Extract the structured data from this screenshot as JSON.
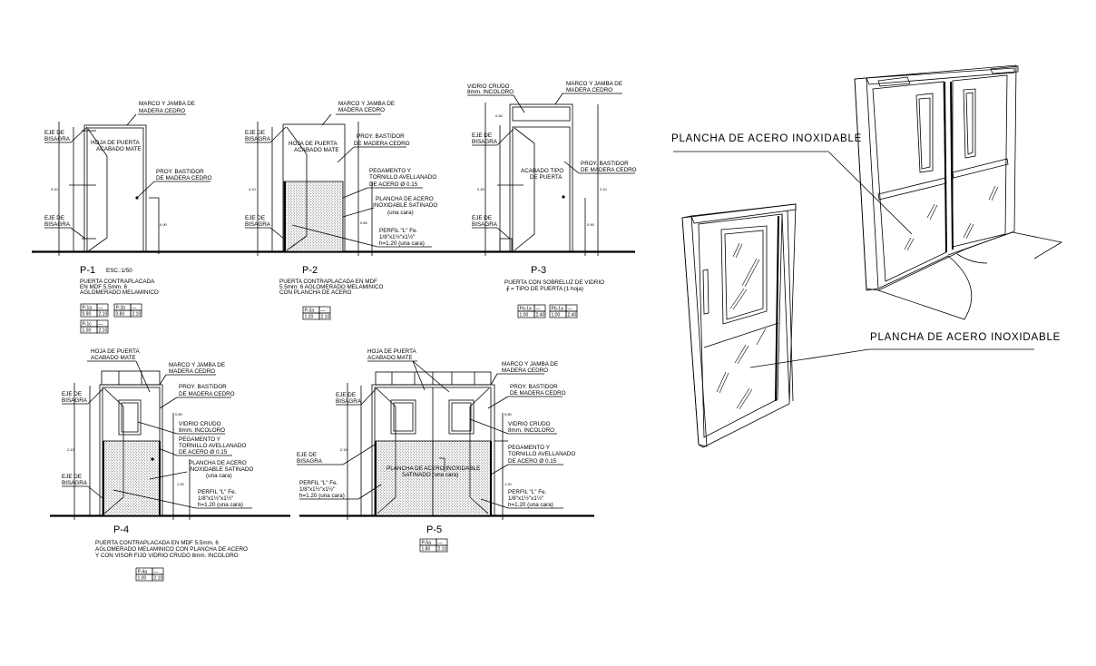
{
  "p1": {
    "title": "P-1",
    "scale": "ESC.:1/50",
    "labels": [
      "MARCO Y JAMBA DE",
      "MADERA CEDRO",
      "EJE DE",
      "BISAGRA",
      "HOJA DE PUERTA",
      "ACABADO MATE",
      "PROY. BASTIDOR",
      "DE MADERA CEDRO",
      "EJE DE",
      "BISAGRA"
    ],
    "dims": [
      "3.10",
      "0.90"
    ],
    "desc": [
      "PUERTA CONTRAPLACADA",
      "EN MDF 5.5mm. 6",
      "AGLOMERADO MELAMINICO"
    ],
    "schedule": [
      [
        "P-1a",
        "—",
        "0.90",
        "2.10"
      ],
      [
        "P-1b",
        "—",
        "0.80",
        "2.10"
      ],
      [
        "P-1c",
        "—",
        "1.00",
        "2.10"
      ]
    ]
  },
  "p2": {
    "title": "P-2",
    "labels": [
      "MARCO Y JAMBA DE",
      "MADERA CEDRO",
      "EJE DE",
      "BISAGRA",
      "HOJA DE PUERTA",
      "ACABADO MATE",
      "PROY. BASTIDOR",
      "DE MADERA CEDRO",
      "PEGAMENTO Y",
      "TORNILLO AVELLANADO",
      "DE ACERO Ø 0.15",
      "PLANCHA DE ACERO",
      "INOXIDABLE SATINADO",
      "(una cara)",
      "EJE DE",
      "BISAGRA",
      "PERFIL \"L\" Fe.",
      "1/8\"x1½\"x1½\"",
      "h=1.20 (una cara)"
    ],
    "dims": [
      "3.10",
      "0.80"
    ],
    "desc": [
      "PUERTA CONTRAPLACADA EN MDF",
      "5.5mm. 6 AGLOMERADO MELAMINICO",
      "CON PLANCHA DE ACERO"
    ],
    "schedule": [
      [
        "P-2a",
        "—",
        "1.20",
        "2.10"
      ]
    ]
  },
  "p3": {
    "title": "P-3",
    "labels": [
      "VIDRIO CRUDO",
      "8mm. INCOLORO",
      "MARCO Y JAMBA DE",
      "MADERA CEDRO",
      "EJE DE",
      "BISAGRA",
      "ACABADO TIPO",
      "DE PUERTA",
      "PROY. BASTIDOR",
      "DE MADERA CEDRO",
      "EJE DE",
      "BISAGRA"
    ],
    "dims": [
      "2.40",
      "0.30",
      "2.10",
      "0.90"
    ],
    "desc": [
      "PUERTA CON SOBRELUZ DE VIDRIO",
      "∮ = TIPO DE PUERTA (1 hoja)"
    ],
    "schedule": [
      [
        "Pa-1a",
        "—",
        "1.00",
        "2.40"
      ],
      [
        "Pb-1a",
        "—",
        "1.00",
        "2.40"
      ]
    ]
  },
  "p4": {
    "title": "P-4",
    "labels": [
      "HOJA DE PUERTA",
      "ACABADO MATE",
      "MARCO Y JAMBA DE",
      "MADERA CEDRO",
      "EJE DE",
      "BISAGRA",
      "PROY. BASTIDOR",
      "DE MADERA CEDRO",
      "VIDRIO CRUDO",
      "8mm. INCOLORO",
      "PEGAMENTO Y",
      "TORNILLO AVELLANADO",
      "DE ACERO Ø 0.15",
      "PLANCHA DE ACERO",
      "INOXIDABLE SATINADO",
      "(una cara)",
      "EJE DE",
      "BISAGRA",
      "PERFIL \"L\" Fe.",
      "1/8\"x1½\"x1½\"",
      "h=1.20 (una cara)"
    ],
    "dims": [
      "2.10",
      "0.80",
      "1.20"
    ],
    "desc": [
      "PUERTA CONTRAPLACADA EN MDF 5.5mm. 6",
      "AGLOMERADO MELAMINICO CON PLANCHA DE ACERO",
      "Y CON VISOR FIJO VIDRIO CRUDO 8mm. INCOLORO"
    ],
    "schedule": [
      [
        "P-4a",
        "—",
        "1.00",
        "2.10"
      ]
    ]
  },
  "p5": {
    "title": "P-5",
    "labels": [
      "HOJA DE PUERTA",
      "ACABADO MATE",
      "MARCO Y JAMBA DE",
      "MADERA CEDRO",
      "EJE DE",
      "BISAGRA",
      "PROY. BASTIDOR",
      "DE MADERA CEDRO",
      "VIDRIO CRUDO",
      "8mm. INCOLORO",
      "EJE DE",
      "BISAGRA",
      "PLANCHA DE ACERO INOXIDABLE",
      "SATINADO (una cara)",
      "PEGAMENTO Y",
      "TORNILLO AVELLANADO",
      "DE ACERO Ø 0.15",
      "PERFIL \"L\" Fe.",
      "1/8\"x1½\"x1½\"",
      "h=1.20 (una cara)",
      "PERFIL \"L\" Fe.",
      "1/8\"x1½\"x1½\"",
      "h=1.20 (una cara)"
    ],
    "dims": [
      "2.10",
      "0.80",
      "1.20"
    ],
    "schedule": [
      [
        "P-5a",
        "—",
        "1.80",
        "2.10"
      ]
    ]
  },
  "perspective": {
    "label_top": "PLANCHA DE ACERO INOXIDABLE",
    "label_bottom": "PLANCHA DE ACERO INOXIDABLE"
  }
}
